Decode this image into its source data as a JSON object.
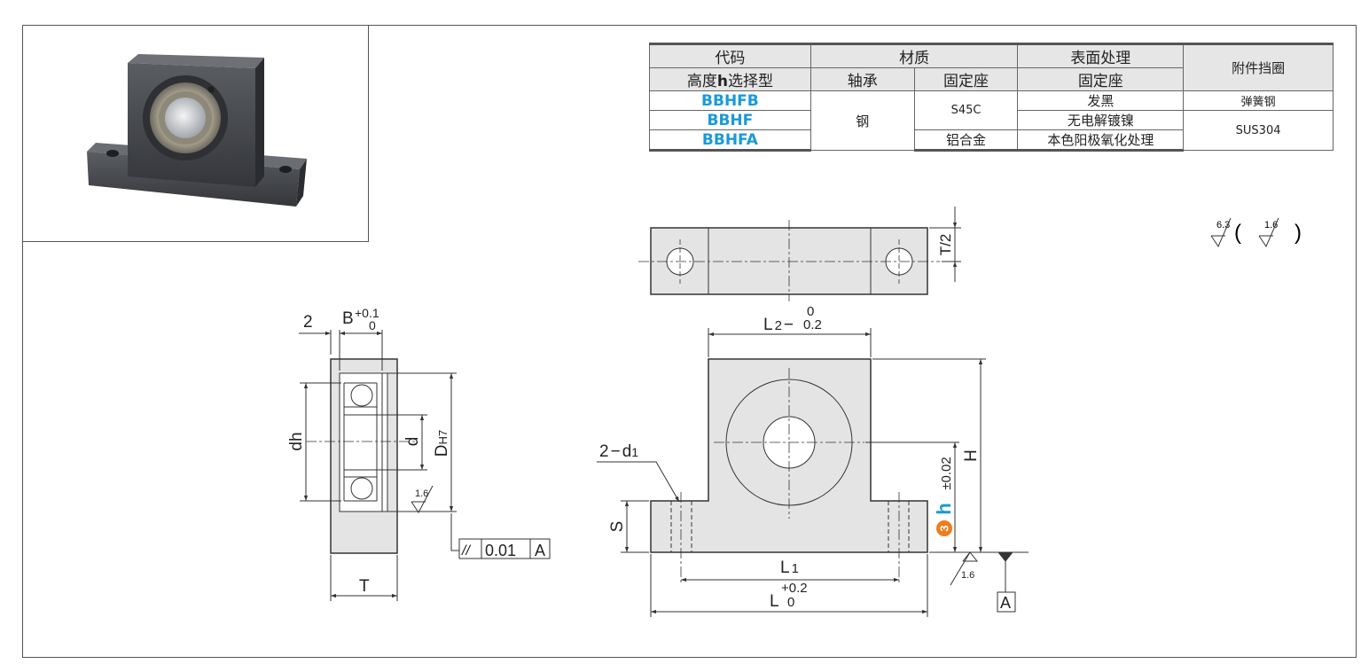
{
  "table": {
    "header1": {
      "code": "代码",
      "material": "材质",
      "surface": "表面处理",
      "accessory": "附件挡圈"
    },
    "header2": {
      "type": "高度h选择型",
      "bearing": "轴承",
      "seat_material": "固定座",
      "seat_surface": "固定座"
    },
    "header2_type_parts": [
      "高度",
      "h",
      "选择型"
    ],
    "rows": [
      {
        "code": "BBHFB",
        "bearing": "钢",
        "seat": "S45C",
        "surface": "发黑",
        "accessory": "弹簧钢"
      },
      {
        "code": "BBHF",
        "surface": "无电解镀镍",
        "accessory": "SUS304"
      },
      {
        "code": "BBHFA",
        "seat": "铝合金",
        "surface": "本色阳极氧化处理"
      }
    ]
  },
  "roughness": {
    "main": "6.3",
    "other": "1.6",
    "paren_open": "(",
    "paren_close": ")"
  },
  "side_view": {
    "dim_2": "2",
    "dim_B": "B",
    "dim_B_tol_upper": "+0.1",
    "dim_B_tol_lower": "0",
    "dim_dh": "dh",
    "dim_d": "d",
    "dim_D": "D",
    "dim_D_fit": "H7",
    "dim_T": "T",
    "roughness": "1.6",
    "tolerance_symbol": "//",
    "tolerance_value": "0.01",
    "datum": "A"
  },
  "top_view": {
    "dim_T_half": "T/2"
  },
  "front_view": {
    "dim_L2": "L",
    "dim_L2_sub": "2",
    "dim_L2_dash": "−",
    "dim_L2_tol_upper": "0",
    "dim_L2_tol_lower": "0.2",
    "dim_2d1": "2",
    "dim_2d1_dash": "−",
    "dim_2d1_d": "d",
    "dim_2d1_sub": "1",
    "dim_S": "S",
    "dim_H": "H",
    "dim_h": "h",
    "dim_h_tol": "±0.02",
    "badge_number": "3",
    "dim_L1": "L",
    "dim_L1_sub": "1",
    "dim_L": "L",
    "dim_L_tol_upper": "+0.2",
    "dim_L_tol_lower": "0",
    "roughness": "1.6",
    "datum": "A"
  },
  "colors": {
    "accent_blue": "#1a9ad6",
    "badge_orange": "#f07c1e",
    "part_fill": "#e4e4e4",
    "line": "#333333"
  }
}
